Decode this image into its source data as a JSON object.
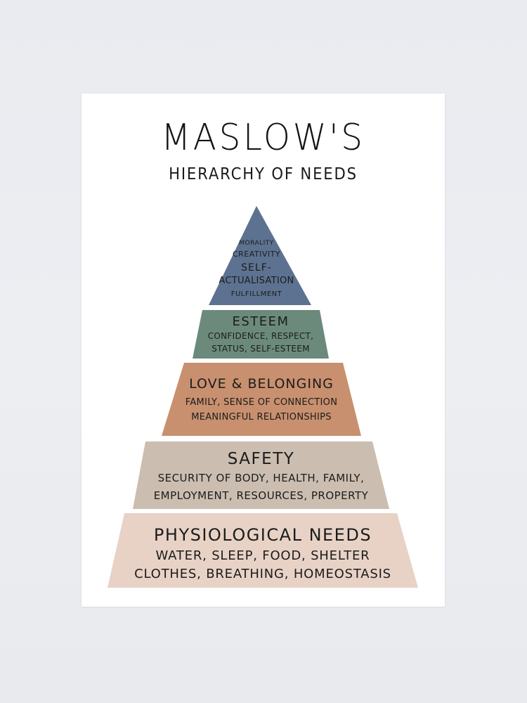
{
  "poster": {
    "title": "MASLOW'S",
    "subtitle": "HIERARCHY OF NEEDS"
  },
  "colors": {
    "background": "#eaecf0",
    "poster": "#ffffff",
    "self_actualisation": "#5c7290",
    "esteem": "#6b8a7c",
    "love_belonging": "#c8906f",
    "safety": "#cbbeb0",
    "physiological": "#e8d2c6",
    "text": "#1c1c1c"
  },
  "levels": [
    {
      "name": "SELF-ACTUALISATION",
      "title_line1": "SELF-",
      "title_line2": "ACTUALISATION",
      "pre_items": [
        "MORALITY",
        "CREATIVITY"
      ],
      "post_items": [
        "FULFILLMENT"
      ]
    },
    {
      "name": "ESTEEM",
      "title": "ESTEEM",
      "line1": "CONFIDENCE, RESPECT,",
      "line2": "STATUS, SELF-ESTEEM"
    },
    {
      "name": "LOVE & BELONGING",
      "title": "LOVE & BELONGING",
      "line1": "FAMILY, SENSE OF CONNECTION",
      "line2": "MEANINGFUL RELATIONSHIPS"
    },
    {
      "name": "SAFETY",
      "title": "SAFETY",
      "line1": "SECURITY OF BODY, HEALTH, FAMILY,",
      "line2": "EMPLOYMENT, RESOURCES, PROPERTY"
    },
    {
      "name": "PHYSIOLOGICAL NEEDS",
      "title": "PHYSIOLOGICAL NEEDS",
      "line1": "WATER, SLEEP, FOOD, SHELTER",
      "line2": "CLOTHES, BREATHING, HOMEOSTASIS"
    }
  ]
}
